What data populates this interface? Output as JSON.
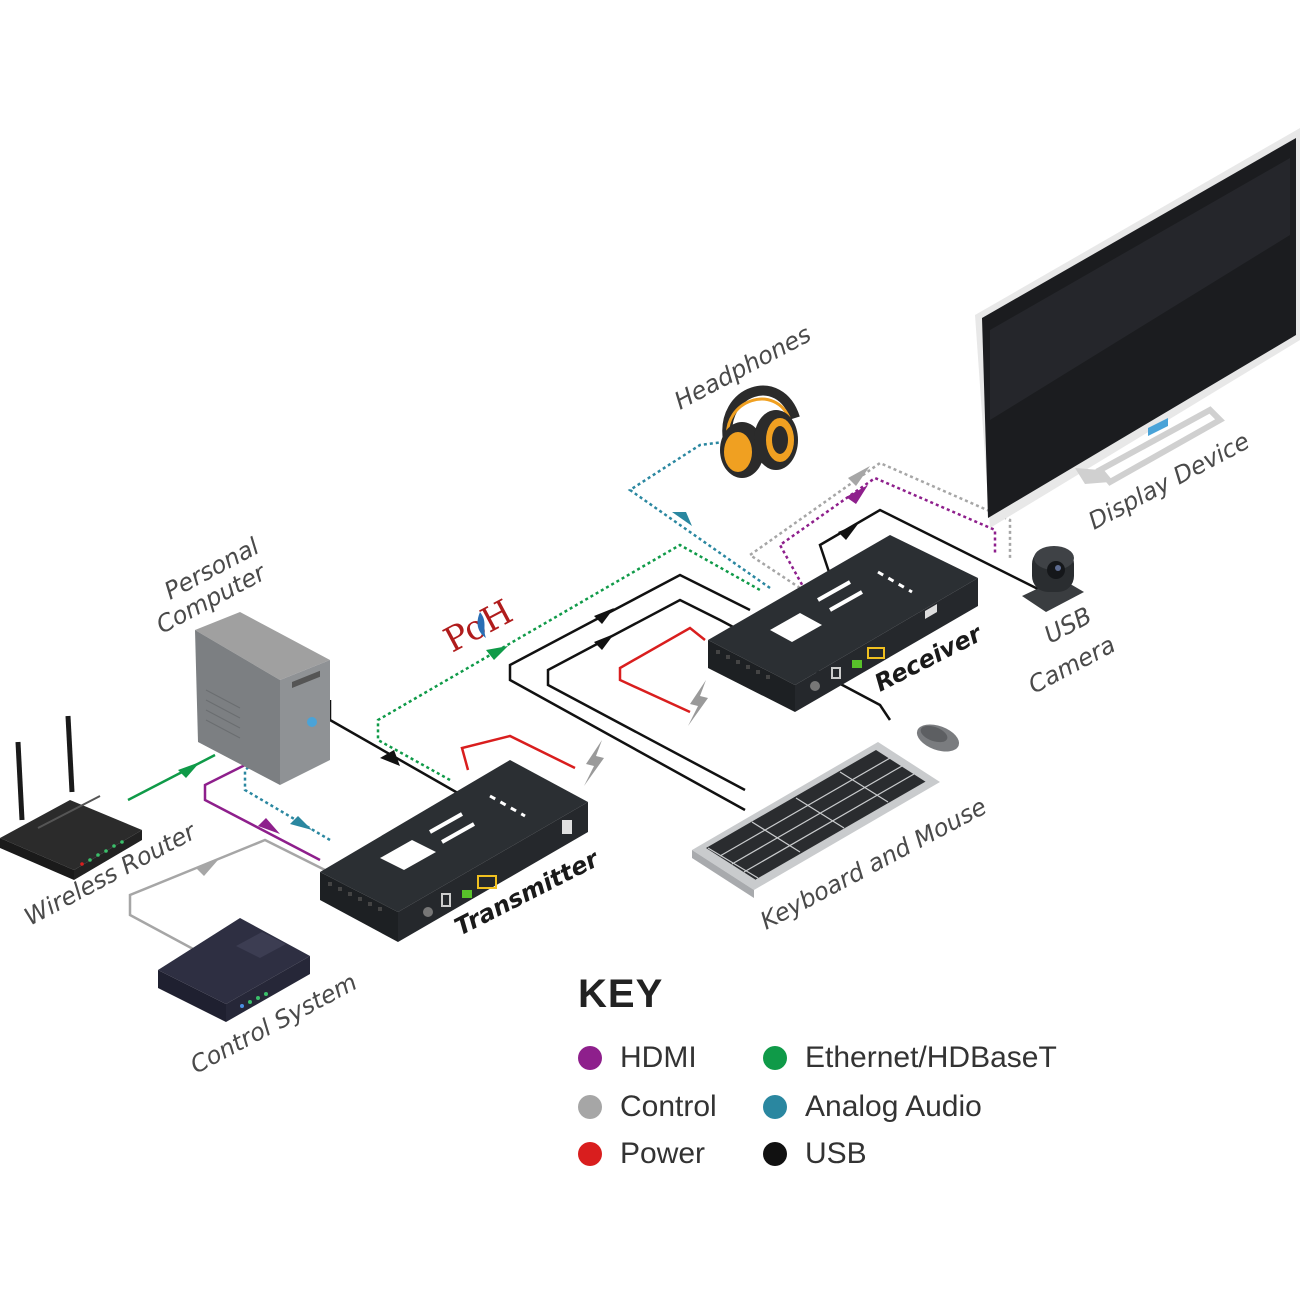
{
  "labels": {
    "headphones": "Headphones",
    "display": "Display Device",
    "personal_computer": [
      "Personal",
      "Computer"
    ],
    "usb_camera": [
      "USB",
      "Camera"
    ],
    "receiver": "Receiver",
    "transmitter": "Transmitter",
    "wireless_router": "Wireless Router",
    "keyboard_mouse": "Keyboard and Mouse",
    "control_system": "Control System",
    "poh": "PoH"
  },
  "key": {
    "title": "KEY",
    "items": [
      {
        "label": "HDMI",
        "color": "#8e1f8c"
      },
      {
        "label": "Control",
        "color": "#a6a6a6"
      },
      {
        "label": "Power",
        "color": "#d91e1e"
      },
      {
        "label": "Ethernet/HDBaseT",
        "color": "#0f9a48"
      },
      {
        "label": "Analog Audio",
        "color": "#2a87a0"
      },
      {
        "label": "USB",
        "color": "#111111"
      }
    ]
  },
  "colors": {
    "hdmi": "#8e1f8c",
    "control": "#a6a6a6",
    "power": "#d91e1e",
    "ethernet": "#0f9a48",
    "audio": "#2a87a0",
    "usb": "#111111",
    "device_dark": "#2b2f33",
    "headphones_accent": "#f0a021"
  },
  "icons": [
    "headphones-icon",
    "display-icon",
    "computer-tower-icon",
    "usb-camera-icon",
    "receiver-box-icon",
    "transmitter-box-icon",
    "wireless-router-icon",
    "keyboard-icon",
    "mouse-icon",
    "control-system-icon",
    "power-bolt-icon"
  ]
}
